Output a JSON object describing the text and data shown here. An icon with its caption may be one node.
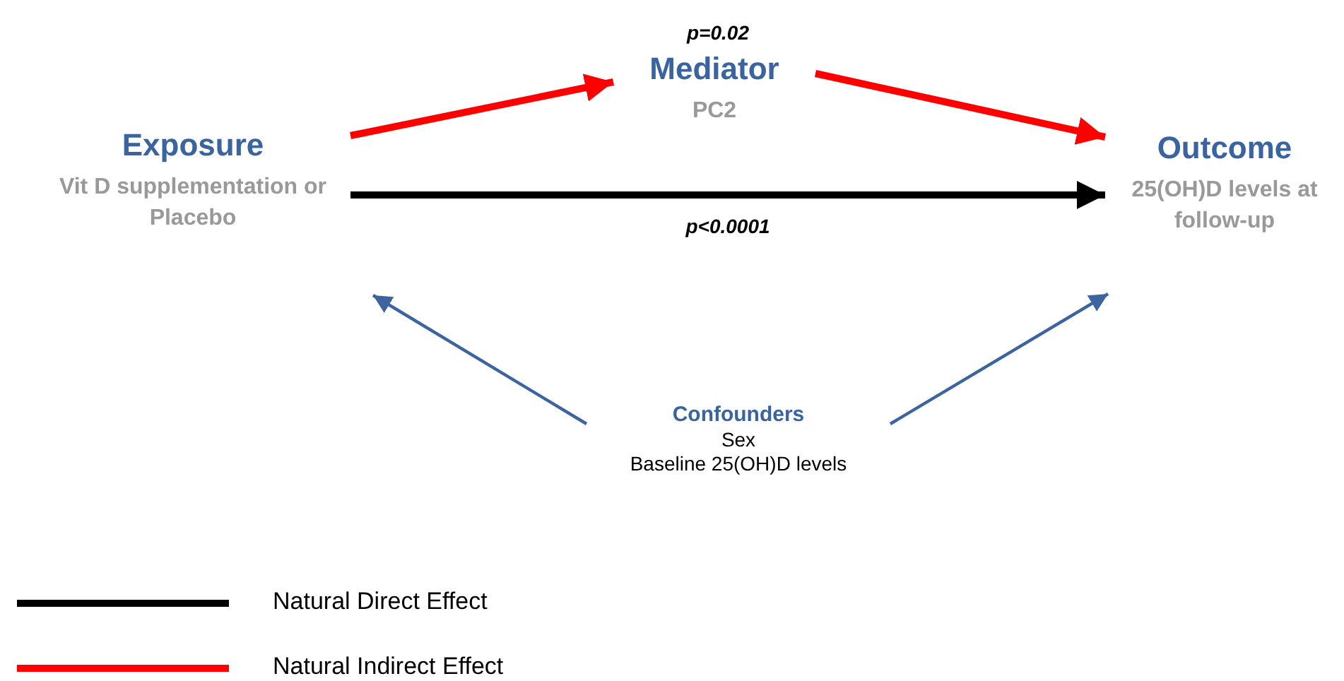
{
  "diagram": {
    "nodes": [
      {
        "text": [
          "Exposure",
          "Vit D supplementation or Placebo"
        ]
      },
      {
        "text": [
          "Mediator",
          "PC2"
        ]
      },
      {
        "text": [
          "Outcome",
          "25(OH)D levels at follow-up"
        ]
      },
      {
        "text": [
          "Confounders",
          "Sex",
          "Baseline 25(OH)D levels"
        ]
      }
    ],
    "edges": [
      {
        "from": 0,
        "to": 1,
        "arrow": "to",
        "color": "#ff0000"
      },
      {
        "from": 1,
        "to": 2,
        "arrow": "to",
        "color": "#ff0000"
      },
      {
        "from": 0,
        "to": 2,
        "arrow": "to",
        "color": "#000000",
        "label": "p<0.0001"
      },
      {
        "from": 3,
        "to": 0,
        "arrow": "to",
        "color": "#3c64a0"
      },
      {
        "from": 3,
        "to": 2,
        "arrow": "to",
        "color": "#3c64a0"
      }
    ],
    "labels": [
      "p=0.02"
    ],
    "legend": [
      {
        "text": "Natural Direct Effect"
      },
      {
        "text": "Natural Indirect Effect"
      }
    ]
  }
}
